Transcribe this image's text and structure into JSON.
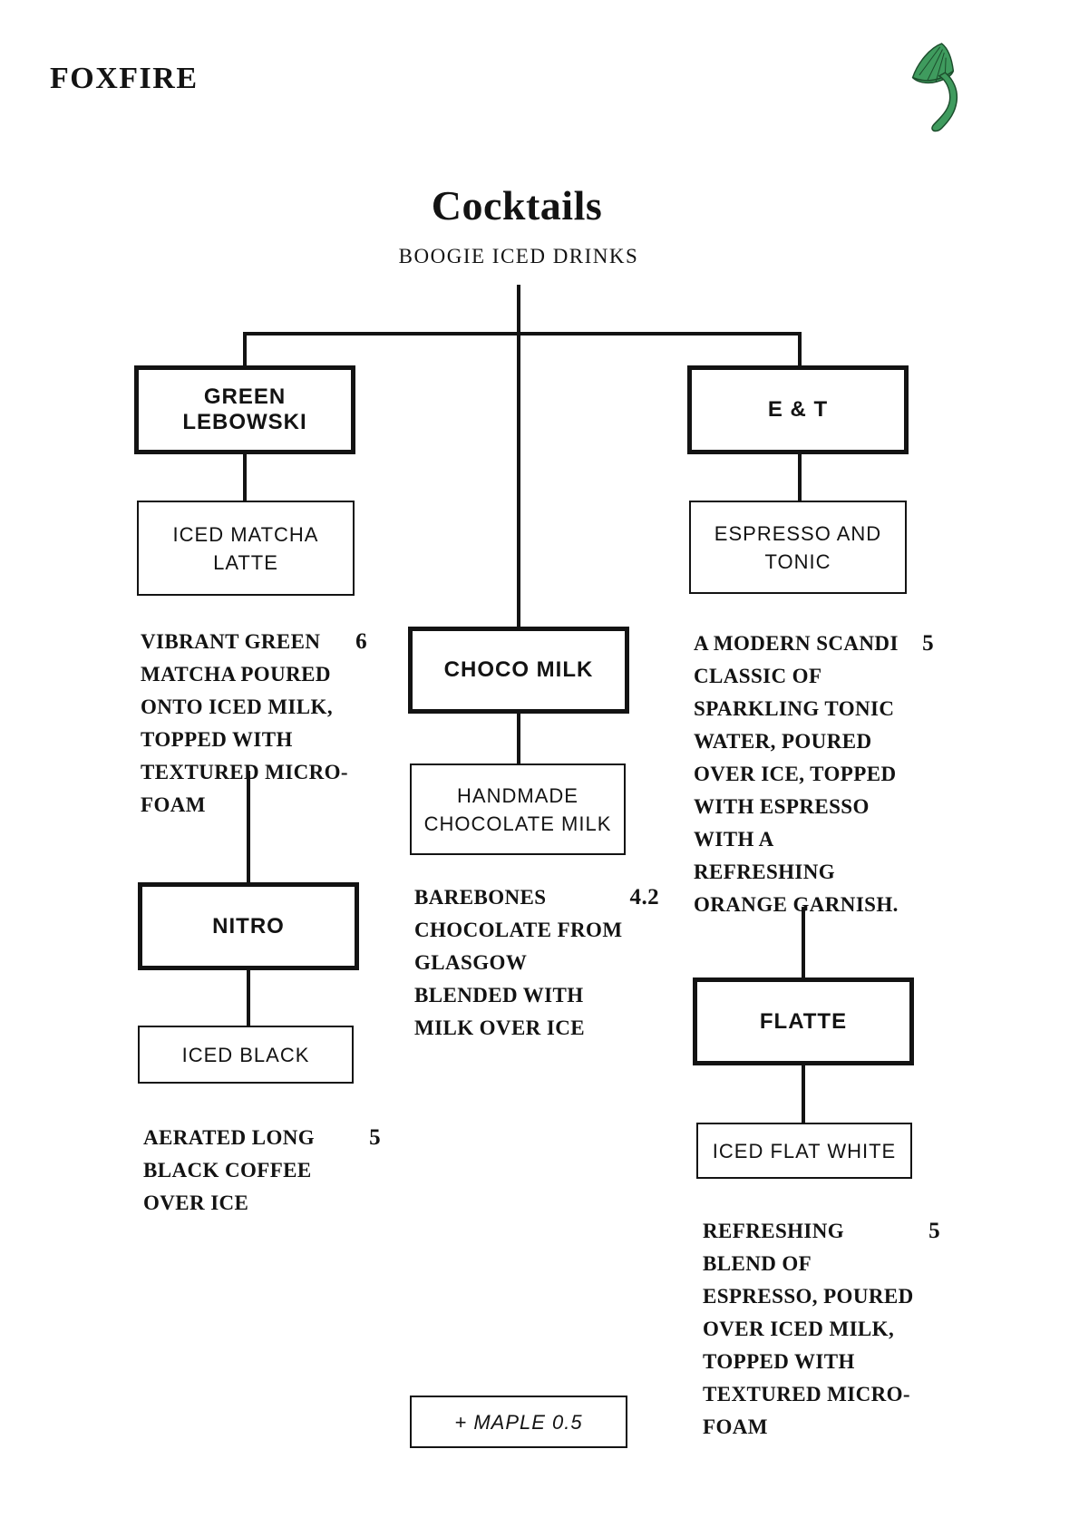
{
  "brand": "FOXFIRE",
  "header": {
    "title": "Cocktails",
    "subtitle": "BOOGIE ICED DRINKS"
  },
  "colors": {
    "ink": "#131313",
    "paper": "#ffffff",
    "mushroom_green": "#3f9b5e",
    "mushroom_outline": "#1c4d2c"
  },
  "items": [
    {
      "name": "GREEN LEBOWSKI",
      "variant": "ICED MATCHA\nLATTE",
      "description": "VIBRANT GREEN\nMATCHA POURED\nONTO ICED MILK,\nTOPPED WITH\nTEXTURED MICRO-\nFOAM",
      "price": "6"
    },
    {
      "name": "NITRO",
      "variant": "ICED BLACK",
      "description": "AERATED LONG\nBLACK COFFEE\nOVER ICE",
      "price": "5"
    },
    {
      "name": "CHOCO MILK",
      "variant": "HANDMADE\nCHOCOLATE MILK",
      "description": "BAREBONES\nCHOCOLATE FROM\nGLASGOW\nBLENDED WITH\nMILK OVER ICE",
      "price": "4.2"
    },
    {
      "name": "E & T",
      "variant": "ESPRESSO AND\nTONIC",
      "description": "A MODERN SCANDI\nCLASSIC OF\nSPARKLING TONIC\nWATER, POURED\nOVER ICE, TOPPED\nWITH ESPRESSO\nWITH A REFRESHING\nORANGE GARNISH.",
      "price": "5"
    },
    {
      "name": "FLATTE",
      "variant": "ICED FLAT WHITE",
      "description": "REFRESHING\nBLEND OF\nESPRESSO, POURED\nOVER ICED MILK,\nTOPPED WITH\nTEXTURED MICRO-\nFOAM",
      "price": "5"
    }
  ],
  "addon": {
    "label": "+ MAPLE 0.5"
  }
}
